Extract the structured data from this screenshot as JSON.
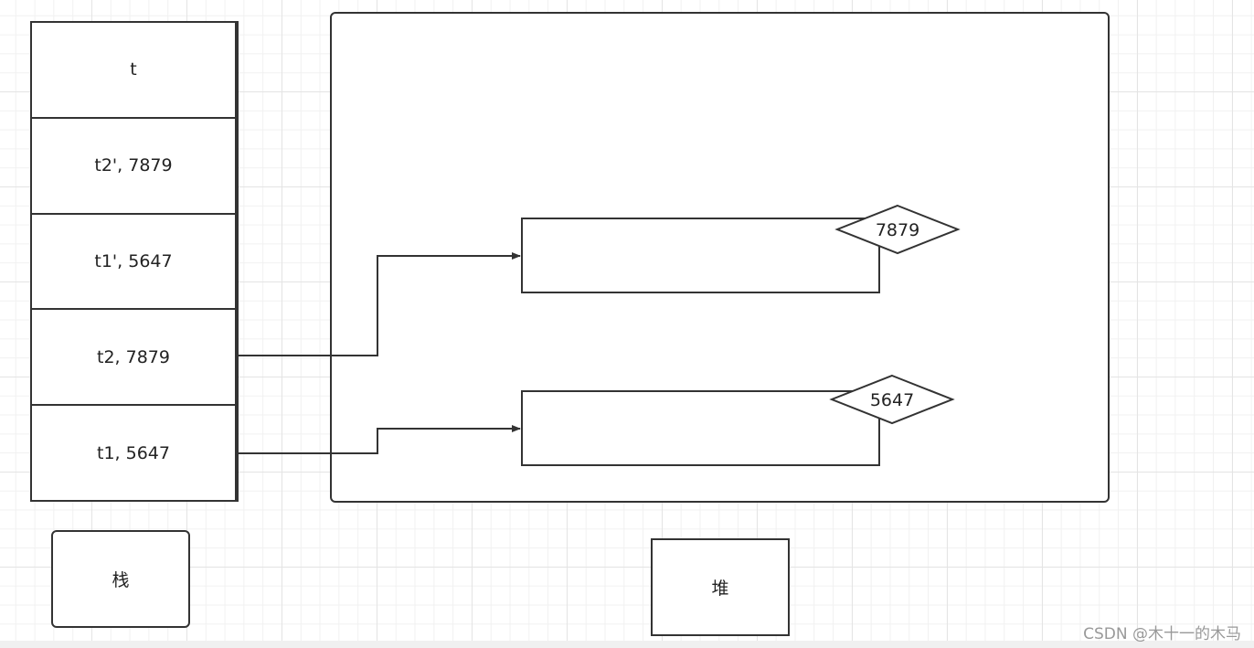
{
  "stack": {
    "cells": [
      "t",
      "t2', 7879",
      "t1', 5647",
      "t2, 7879",
      "t1, 5647"
    ],
    "label": "栈"
  },
  "heap": {
    "label": "堆",
    "objects": [
      {
        "tag": "7879"
      },
      {
        "tag": "5647"
      }
    ]
  },
  "watermark": "CSDN @木十一的木马",
  "colors": {
    "stroke": "#333333",
    "grid_major": "#e4e4e4",
    "grid_minor": "#f1f1f1"
  }
}
